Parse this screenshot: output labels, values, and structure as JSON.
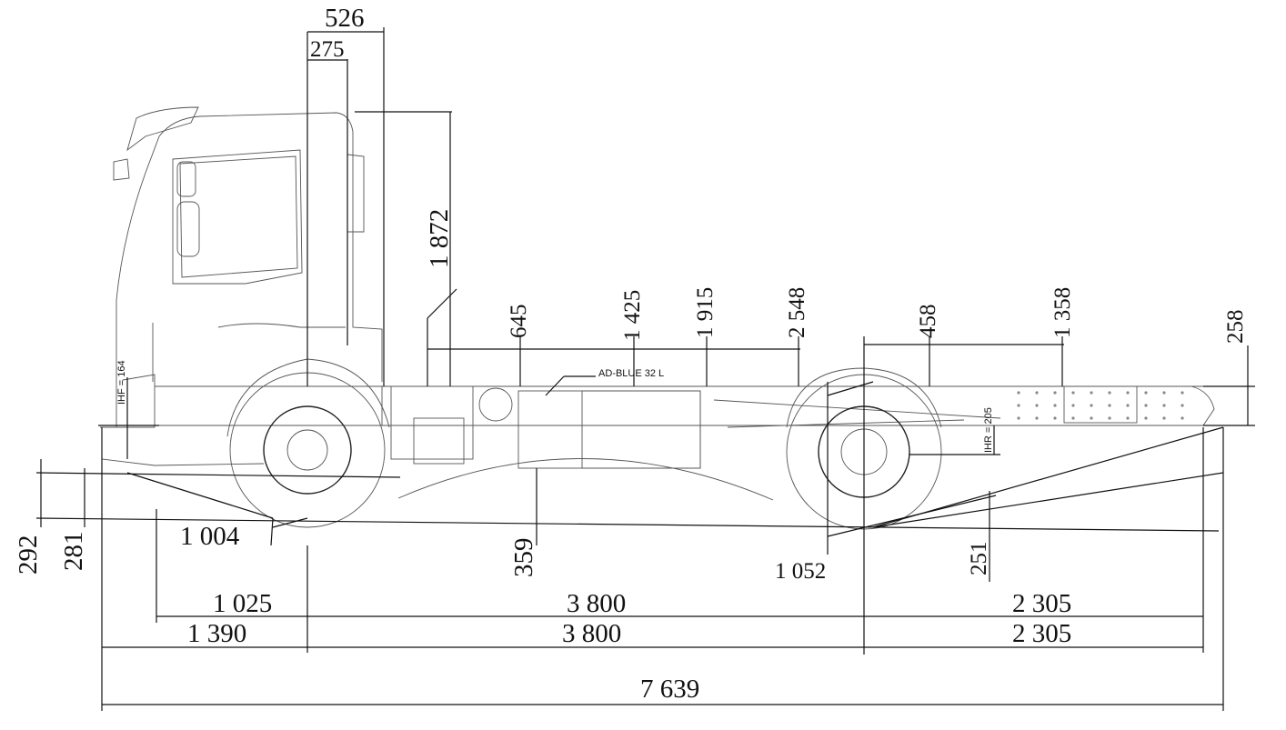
{
  "drawing": {
    "top_dimensions": {
      "cab_front_overhang": "526",
      "cab_rear_offset": "275",
      "cab_height": "1 872"
    },
    "frame_dimensions": [
      "645",
      "1 425",
      "1 915",
      "2 548",
      "458",
      "1 358",
      "258"
    ],
    "labels": {
      "adblue": "AD-BLUE 32 L",
      "ihf": "IHF = 164",
      "ihr": "IHR = 205"
    },
    "height_dimensions": {
      "front_bumper_1": "292",
      "front_bumper_2": "281",
      "mid_ground": "359",
      "rear_ground": "251"
    },
    "radius_dimensions": {
      "front": "1 004",
      "rear": "1 052"
    },
    "length_row_1": [
      "1 025",
      "3 800",
      "2 305"
    ],
    "length_row_2": [
      "1 390",
      "3 800",
      "2 305"
    ],
    "overall_length": "7 639"
  }
}
